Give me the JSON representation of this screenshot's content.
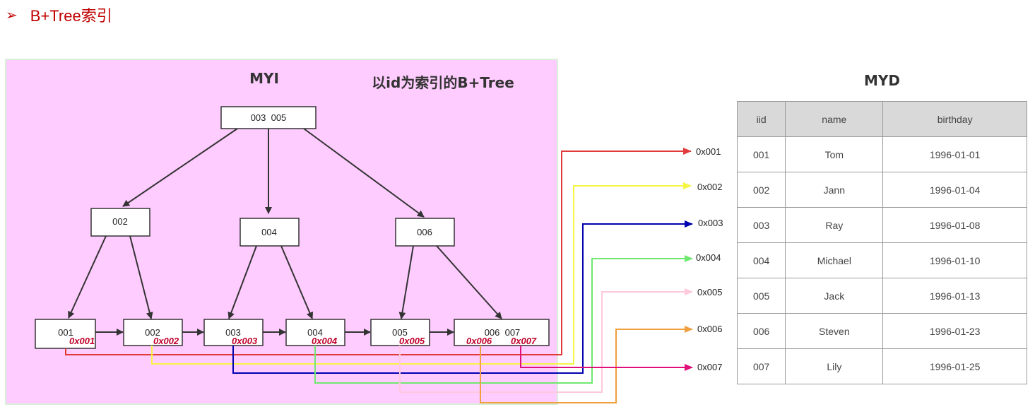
{
  "header": {
    "bullet": "➢",
    "title": "B+Tree索引"
  },
  "myi": {
    "title": "MYI",
    "subtitle": "以id为索引的B+Tree",
    "root": "003  005",
    "internal": [
      "002",
      "004",
      "006"
    ],
    "leaves": [
      {
        "keys": "001",
        "addrs": [
          "0x001"
        ]
      },
      {
        "keys": "002",
        "addrs": [
          "0x002"
        ]
      },
      {
        "keys": "003",
        "addrs": [
          "0x003"
        ]
      },
      {
        "keys": "004",
        "addrs": [
          "0x004"
        ]
      },
      {
        "keys": "005",
        "addrs": [
          "0x005"
        ]
      },
      {
        "keys": "006  007",
        "addrs": [
          "0x006",
          "0x007"
        ]
      }
    ]
  },
  "pointers": [
    {
      "label": "0x001",
      "color": "#e03a3a"
    },
    {
      "label": "0x002",
      "color": "#f5f542"
    },
    {
      "label": "0x003",
      "color": "#0000b0"
    },
    {
      "label": "0x004",
      "color": "#70e870"
    },
    {
      "label": "0x005",
      "color": "#ffc8dc"
    },
    {
      "label": "0x006",
      "color": "#f0a040"
    },
    {
      "label": "0x007",
      "color": "#e0107a"
    }
  ],
  "myd": {
    "title": "MYD",
    "columns": [
      "iid",
      "name",
      "birthday"
    ],
    "rows": [
      [
        "001",
        "Tom",
        "1996-01-01"
      ],
      [
        "002",
        "Jann",
        "1996-01-04"
      ],
      [
        "003",
        "Ray",
        "1996-01-08"
      ],
      [
        "004",
        "Michael",
        "1996-01-10"
      ],
      [
        "005",
        "Jack",
        "1996-01-13"
      ],
      [
        "006",
        "Steven",
        "1996-01-23"
      ],
      [
        "007",
        "Lily",
        "1996-01-25"
      ]
    ]
  },
  "colors": {
    "myi_background": "#ffccff",
    "heading": "#c00000",
    "tree_edge": "#333333"
  }
}
